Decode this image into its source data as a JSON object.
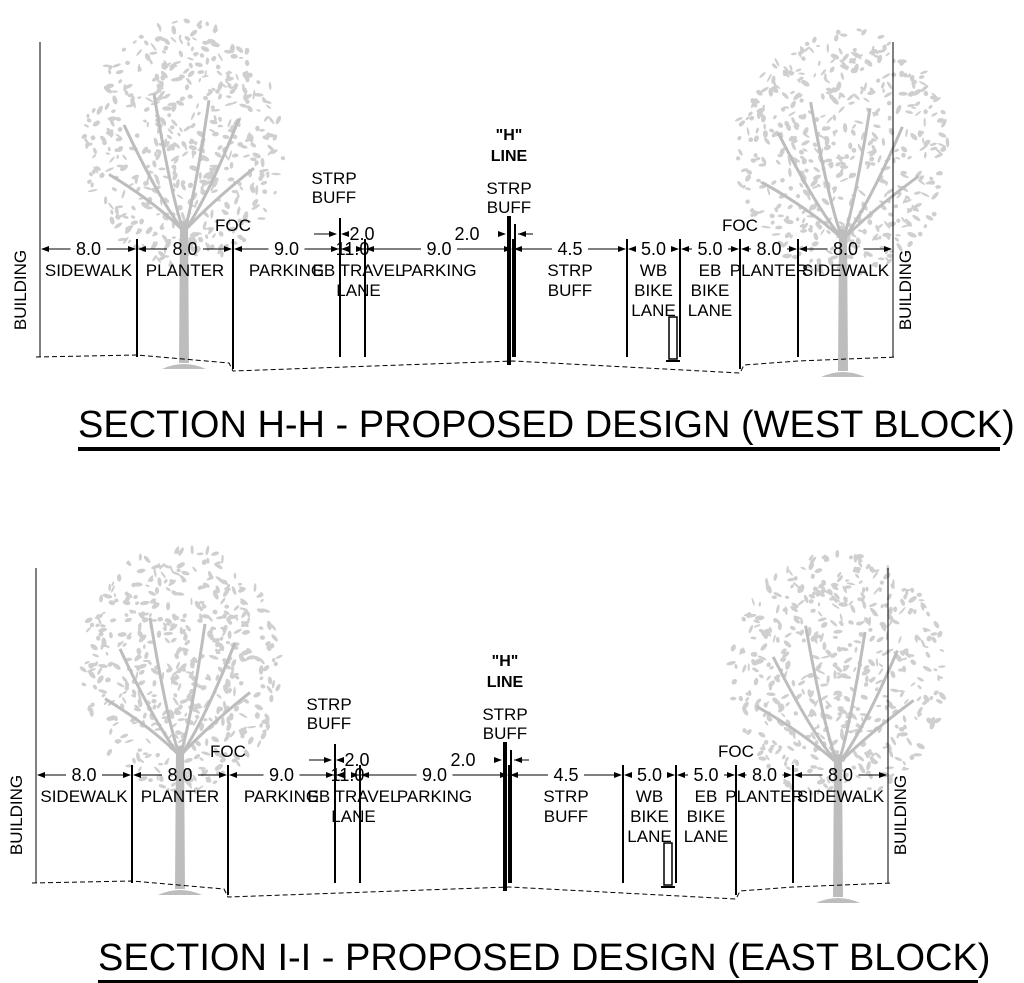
{
  "sections": [
    {
      "id": "H",
      "title": "SECTION H-H - PROPOSED DESIGN (WEST BLOCK)",
      "building_left": "BUILDING",
      "building_right": "BUILDING",
      "h_line": [
        "\"H\"",
        "LINE"
      ],
      "foc_left": "FOC",
      "foc_right": "FOC",
      "strp_buff_top_left": [
        "STRP",
        "BUFF"
      ],
      "strp_buff_top_center": [
        "STRP",
        "BUFF"
      ],
      "buffer_dims": [
        "2.0",
        "2.0"
      ],
      "segments": [
        {
          "dim": "8.0",
          "label": [
            "SIDEWALK"
          ]
        },
        {
          "dim": "8.0",
          "label": [
            "PLANTER"
          ]
        },
        {
          "dim": "9.0",
          "label": [
            "PARKING"
          ]
        },
        {
          "dim": "11.0",
          "label": [
            "EB  TRAVEL",
            "LANE"
          ]
        },
        {
          "dim": "9.0",
          "label": [
            "PARKING"
          ]
        },
        {
          "dim": "4.5",
          "label": [
            "STRP",
            "BUFF"
          ]
        },
        {
          "dim": "5.0",
          "label": [
            "WB",
            "BIKE",
            "LANE"
          ]
        },
        {
          "dim": "5.0",
          "label": [
            "EB",
            "BIKE",
            "LANE"
          ]
        },
        {
          "dim": "8.0",
          "label": [
            "PLANTER"
          ]
        },
        {
          "dim": "8.0",
          "label": [
            "SIDEWALK"
          ]
        }
      ]
    },
    {
      "id": "I",
      "title": "SECTION I-I - PROPOSED DESIGN (EAST BLOCK)",
      "building_left": "BUILDING",
      "building_right": "BUILDING",
      "h_line": [
        "\"H\"",
        "LINE"
      ],
      "foc_left": "FOC",
      "foc_right": "FOC",
      "strp_buff_top_left": [
        "STRP",
        "BUFF"
      ],
      "strp_buff_top_center": [
        "STRP",
        "BUFF"
      ],
      "buffer_dims": [
        "2.0",
        "2.0"
      ],
      "segments": [
        {
          "dim": "8.0",
          "label": [
            "SIDEWALK"
          ]
        },
        {
          "dim": "8.0",
          "label": [
            "PLANTER"
          ]
        },
        {
          "dim": "9.0",
          "label": [
            "PARKING"
          ]
        },
        {
          "dim": "11.0",
          "label": [
            "EB  TRAVEL",
            "LANE"
          ]
        },
        {
          "dim": "9.0",
          "label": [
            "PARKING"
          ]
        },
        {
          "dim": "4.5",
          "label": [
            "STRP",
            "BUFF"
          ]
        },
        {
          "dim": "5.0",
          "label": [
            "WB",
            "BIKE",
            "LANE"
          ]
        },
        {
          "dim": "5.0",
          "label": [
            "EB",
            "BIKE",
            "LANE"
          ]
        },
        {
          "dim": "8.0",
          "label": [
            "PLANTER"
          ]
        },
        {
          "dim": "8.0",
          "label": [
            "SIDEWALK"
          ]
        }
      ]
    }
  ]
}
